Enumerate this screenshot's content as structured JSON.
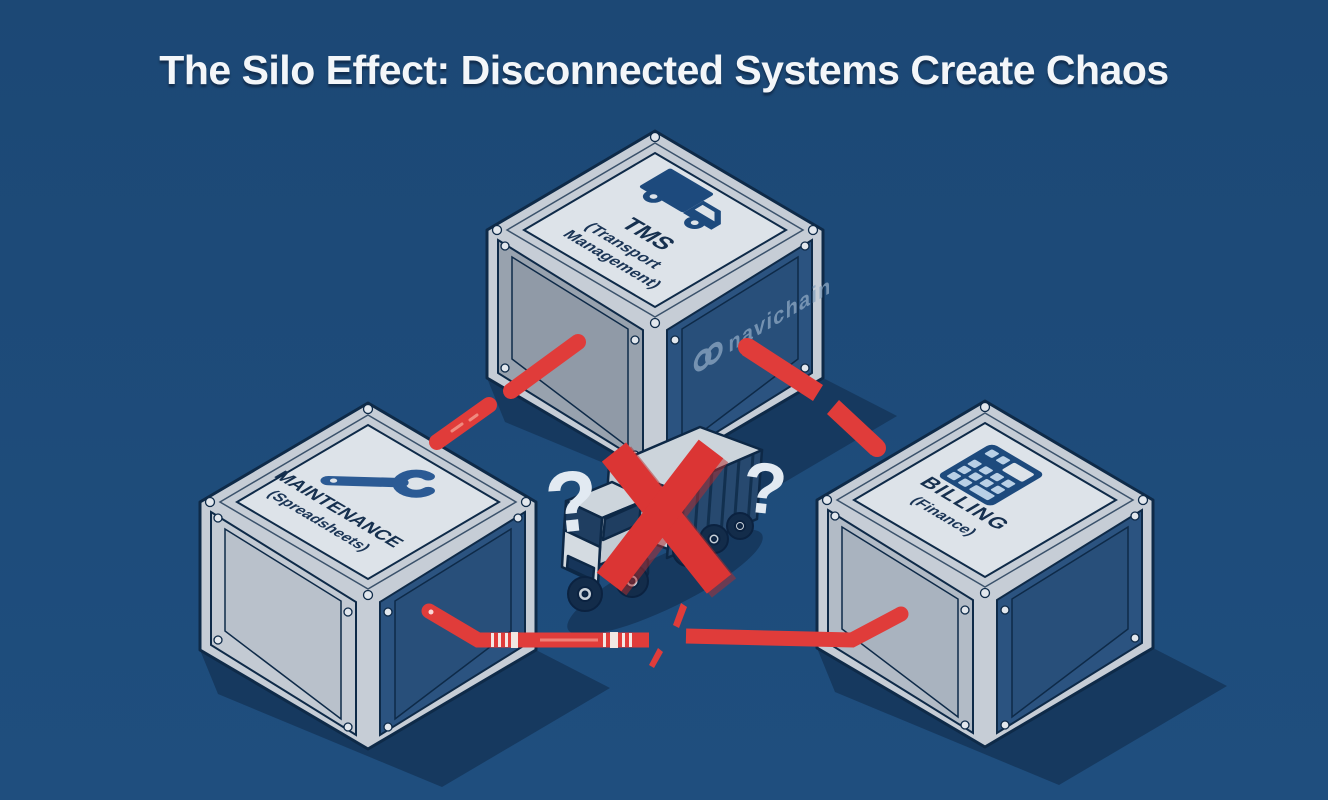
{
  "title": "The Silo Effect: Disconnected Systems Create Chaos",
  "systems": {
    "tms": {
      "name": "TMS",
      "subtitle_line1": "(Transport",
      "subtitle_line2": "Management)",
      "icon": "truck-icon"
    },
    "maintenance": {
      "name": "MAINTENANCE",
      "subtitle_line1": "(Spreadsheets)",
      "icon": "wrench-icon"
    },
    "billing": {
      "name": "BILLING",
      "subtitle_line1": "(Finance)",
      "icon": "calculator-icon"
    }
  },
  "watermark": {
    "brand": "navichain",
    "icon": "chain-link-icon"
  },
  "center": {
    "left_question_mark": "?",
    "right_question_mark": "?",
    "crossed_out_icon": "red-x-icon",
    "vehicle_icon": "semi-truck-illustration"
  },
  "colors": {
    "background": "#1d4b79",
    "broken_link_red": "#e03c3a",
    "x_mark_red": "#db3534",
    "outline_navy": "#0e2a48",
    "box_silver": "#c6cdd6",
    "box_top_panel": "#dde3e9",
    "box_face_blue": "#2b5380",
    "icon_blue": "#1d4a7d",
    "watermark_blue": "#8ba6c1",
    "title_white": "#f3f6f9",
    "question_mark_white": "#e4ecf4",
    "shadow_navy": "#16395f"
  }
}
